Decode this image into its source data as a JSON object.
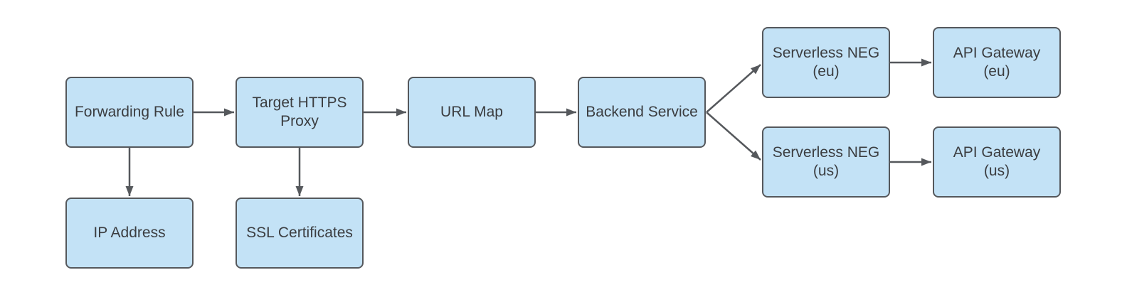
{
  "colors": {
    "node_fill": "#c3e2f6",
    "node_border": "#55585c",
    "connector": "#55585c",
    "text": "#3b3d40",
    "background": "#ffffff"
  },
  "nodes": [
    {
      "id": "forwarding-rule",
      "label": "Forwarding Rule"
    },
    {
      "id": "target-https-proxy",
      "label": "Target HTTPS\nProxy"
    },
    {
      "id": "url-map",
      "label": "URL Map"
    },
    {
      "id": "backend-service",
      "label": "Backend Service"
    },
    {
      "id": "serverless-neg-eu",
      "label": "Serverless NEG\n(eu)"
    },
    {
      "id": "api-gateway-eu",
      "label": "API Gateway\n(eu)"
    },
    {
      "id": "serverless-neg-us",
      "label": "Serverless NEG\n(us)"
    },
    {
      "id": "api-gateway-us",
      "label": "API Gateway\n(us)"
    },
    {
      "id": "ip-address",
      "label": "IP Address"
    },
    {
      "id": "ssl-certificates",
      "label": "SSL Certificates"
    }
  ],
  "edges": [
    {
      "from": "forwarding-rule",
      "to": "target-https-proxy"
    },
    {
      "from": "target-https-proxy",
      "to": "url-map"
    },
    {
      "from": "url-map",
      "to": "backend-service"
    },
    {
      "from": "backend-service",
      "to": "serverless-neg-eu"
    },
    {
      "from": "backend-service",
      "to": "serverless-neg-us"
    },
    {
      "from": "serverless-neg-eu",
      "to": "api-gateway-eu"
    },
    {
      "from": "serverless-neg-us",
      "to": "api-gateway-us"
    },
    {
      "from": "forwarding-rule",
      "to": "ip-address"
    },
    {
      "from": "target-https-proxy",
      "to": "ssl-certificates"
    }
  ]
}
